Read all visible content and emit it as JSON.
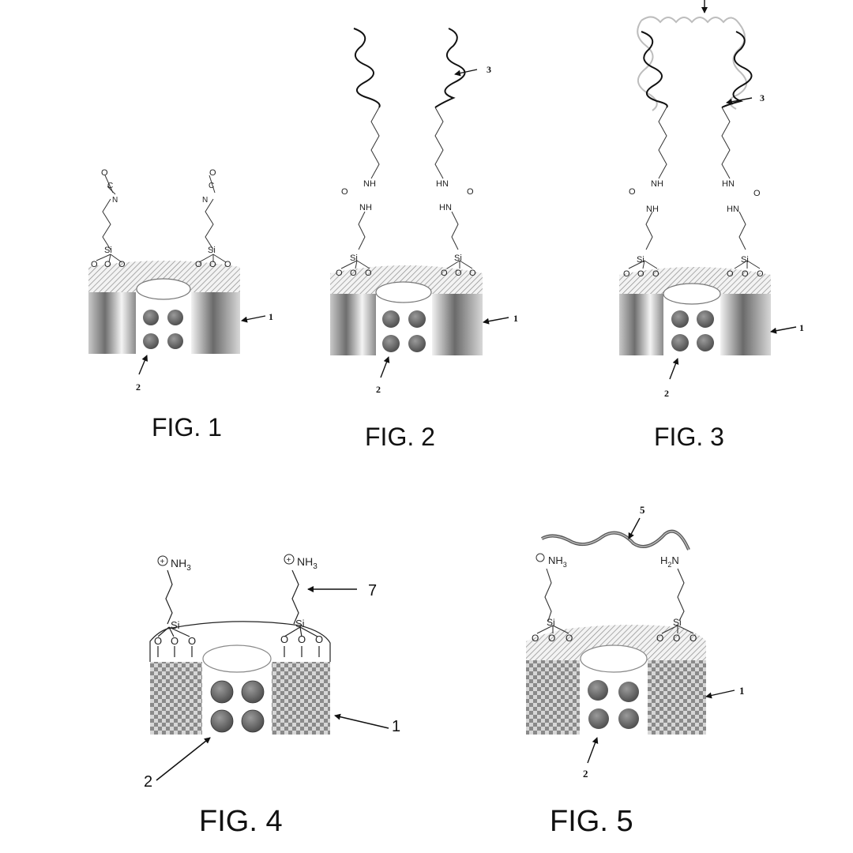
{
  "chem": {
    "o": "O",
    "c": "C",
    "n": "N",
    "si": "Si",
    "nh": "NH",
    "hn": "HN",
    "nh3": "NH",
    "h2n": "H",
    "sub2": "2",
    "sub3": "3",
    "plus": "+",
    "n_small": "N"
  },
  "figures": [
    {
      "id": "fig1",
      "caption": "FIG. 1",
      "ref_porous": "1",
      "ref_particle": "2"
    },
    {
      "id": "fig2",
      "caption": "FIG. 2",
      "ref_porous": "1",
      "ref_particle": "2",
      "ref_chain": "3"
    },
    {
      "id": "fig3",
      "caption": "FIG. 3",
      "ref_porous": "1",
      "ref_particle": "2",
      "ref_chain": "3"
    },
    {
      "id": "fig4",
      "caption": "FIG. 4",
      "ref_porous": "1",
      "ref_particle": "2",
      "ref_chain": "7"
    },
    {
      "id": "fig5",
      "caption": "FIG. 5",
      "ref_porous": "1",
      "ref_particle": "2",
      "ref_chain": "5"
    }
  ]
}
